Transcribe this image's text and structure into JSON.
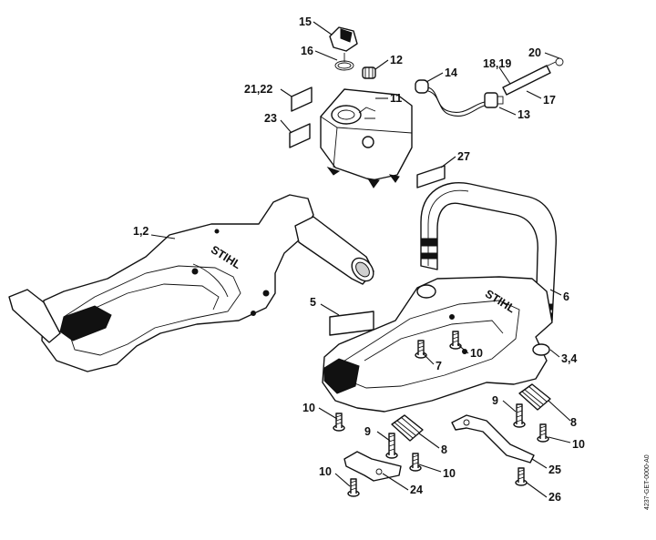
{
  "diagram_ref": "4237-GET-0000-A0",
  "brand_text": "STIHL",
  "callouts": [
    {
      "id": "c15",
      "text": "15"
    },
    {
      "id": "c16",
      "text": "16"
    },
    {
      "id": "c12",
      "text": "12"
    },
    {
      "id": "c2122",
      "text": "21,22"
    },
    {
      "id": "c23",
      "text": "23"
    },
    {
      "id": "c11",
      "text": "11"
    },
    {
      "id": "c14",
      "text": "14"
    },
    {
      "id": "c1819",
      "text": "18,19"
    },
    {
      "id": "c20",
      "text": "20"
    },
    {
      "id": "c17",
      "text": "17"
    },
    {
      "id": "c13",
      "text": "13"
    },
    {
      "id": "c27",
      "text": "27"
    },
    {
      "id": "c12b",
      "text": "1,2"
    },
    {
      "id": "c5",
      "text": "5"
    },
    {
      "id": "c6",
      "text": "6"
    },
    {
      "id": "c34",
      "text": "3,4"
    },
    {
      "id": "c7",
      "text": "7"
    },
    {
      "id": "c10a",
      "text": "10"
    },
    {
      "id": "c10b",
      "text": "10"
    },
    {
      "id": "c9a",
      "text": "9"
    },
    {
      "id": "c8a",
      "text": "8"
    },
    {
      "id": "c10c",
      "text": "10"
    },
    {
      "id": "c9b",
      "text": "9"
    },
    {
      "id": "c8b",
      "text": "8"
    },
    {
      "id": "c25",
      "text": "25"
    },
    {
      "id": "c10d",
      "text": "10"
    },
    {
      "id": "c10e",
      "text": "10"
    },
    {
      "id": "c24",
      "text": "24"
    },
    {
      "id": "c26",
      "text": "26"
    }
  ]
}
